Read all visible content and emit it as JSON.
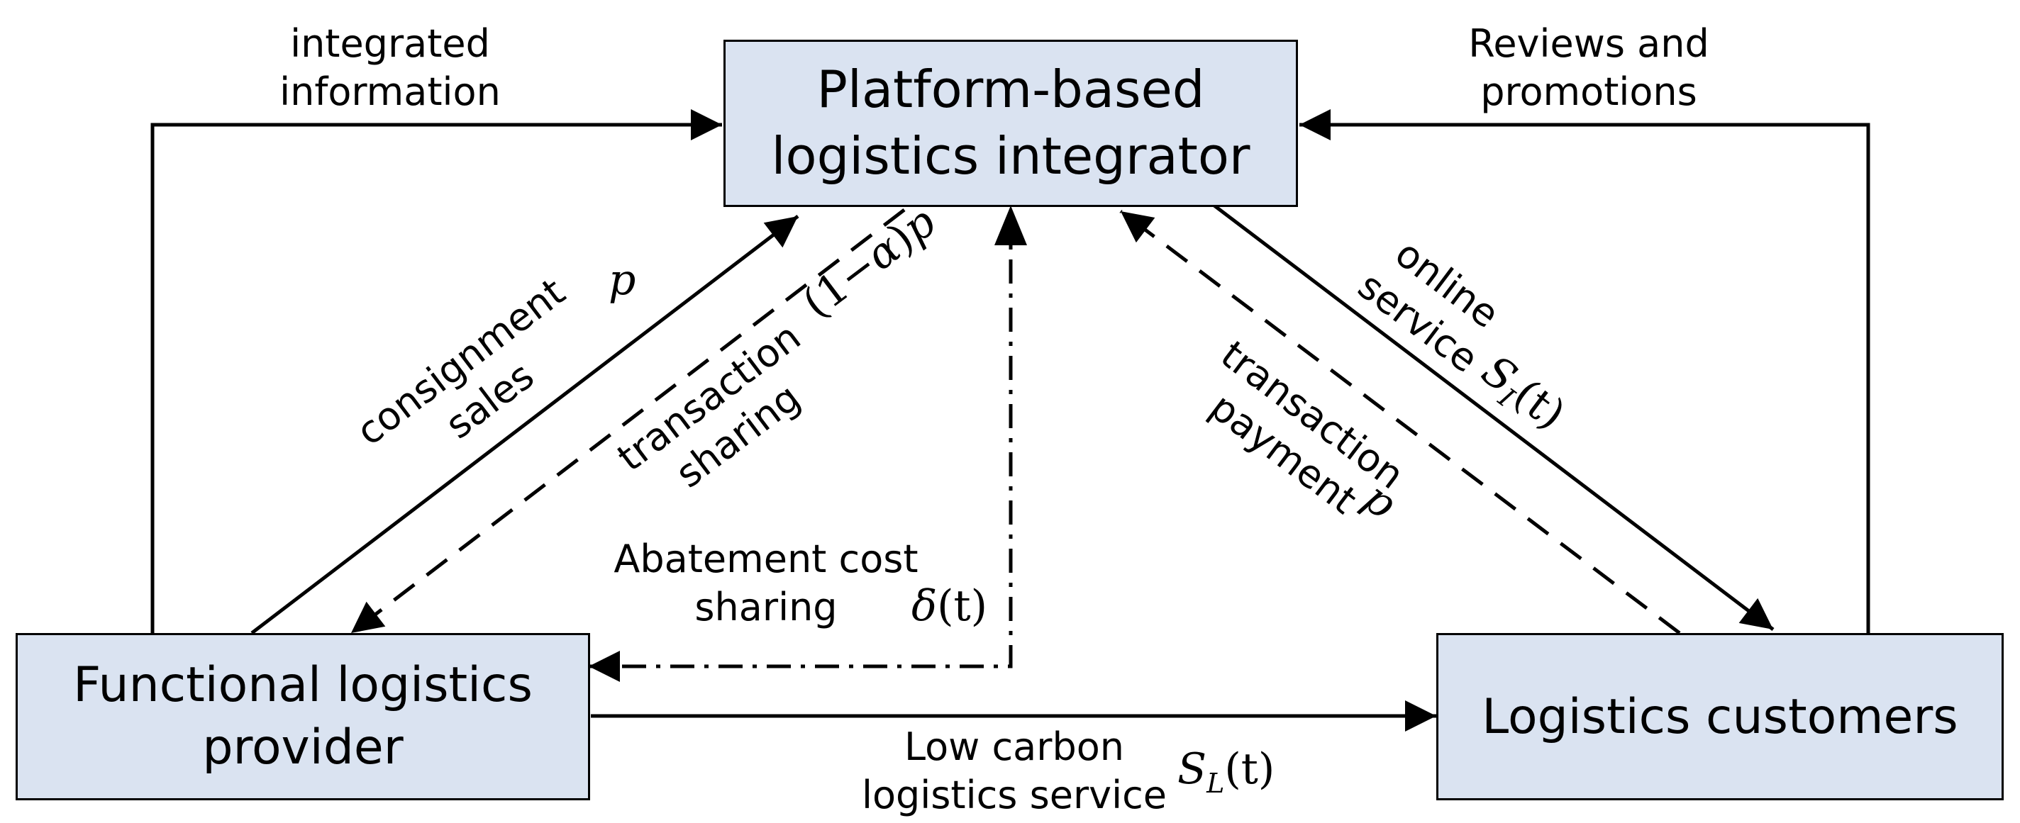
{
  "nodes": {
    "integrator": {
      "line1": "Platform-based",
      "line2": "logistics integrator"
    },
    "provider": {
      "line1": "Functional logistics",
      "line2": "provider"
    },
    "customers": {
      "label": "Logistics customers"
    }
  },
  "labels": {
    "integrated_information": {
      "line1": "integrated",
      "line2": "information"
    },
    "reviews_promotions": {
      "line1": "Reviews and",
      "line2": "promotions"
    },
    "consignment_sales": {
      "line1": "consignment",
      "line2": "sales"
    },
    "transaction_sharing": {
      "line1": "transaction",
      "line2": "sharing"
    },
    "abatement": {
      "line1": "Abatement cost",
      "line2": "sharing"
    },
    "online_service": {
      "line1": "online",
      "line2": "service"
    },
    "transaction_payment": {
      "line1": "transaction",
      "line2": "payment"
    },
    "low_carbon": {
      "line1": "Low carbon",
      "line2": "logistics service"
    }
  },
  "math": {
    "p_consignment": "p",
    "share_a": "(1−",
    "share_alpha": "α",
    "share_b": ")",
    "share_p": "p",
    "delta": "δ",
    "delta_t": "(t)",
    "si_s": "S",
    "si_sub": "I",
    "si_t": "(t)",
    "p_payment": "p",
    "sl_s": "S",
    "sl_sub": "L",
    "sl_t": "(t)"
  },
  "colors": {
    "box_fill": "#dae3f1",
    "stroke": "#000000"
  }
}
